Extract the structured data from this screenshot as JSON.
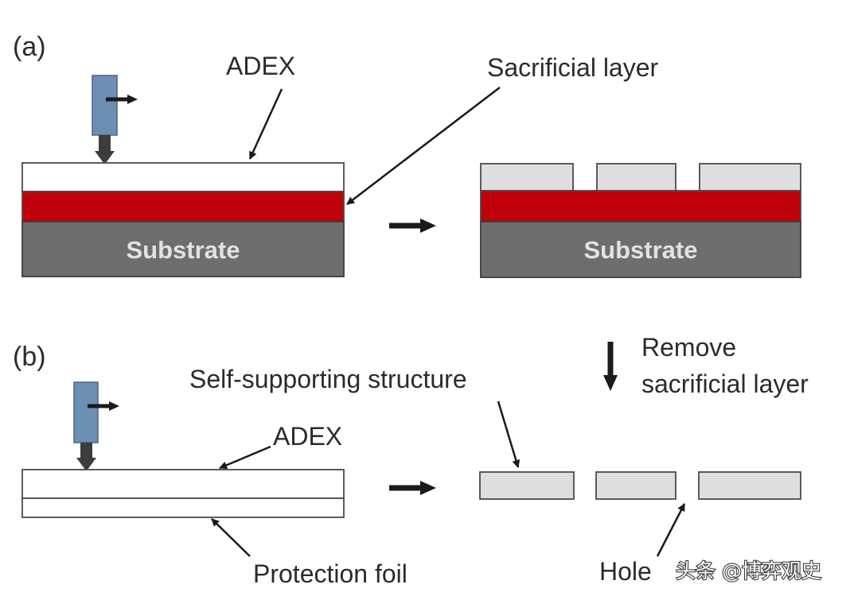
{
  "panels": {
    "a": {
      "label": "(a)",
      "adex": "ADEX",
      "sacrificial": "Sacrificial layer",
      "substrate_left": "Substrate",
      "substrate_right": "Substrate"
    },
    "b": {
      "label": "(b)",
      "self_supporting": "Self-supporting structure",
      "adex": "ADEX",
      "protection_foil": "Protection foil",
      "hole": "Hole",
      "remove_line1": "Remove",
      "remove_line2": "sacrificial layer"
    }
  },
  "watermark": "头条 @博弈观史",
  "colors": {
    "sacrificial": "#c0000b",
    "substrate": "#6e6e6e",
    "nozzle": "#6e8fb4",
    "structure": "#dedede",
    "arrow": "#1a1a1a"
  },
  "icons": [
    "print-nozzle-icon",
    "process-arrow-icon",
    "down-arrow-icon"
  ]
}
